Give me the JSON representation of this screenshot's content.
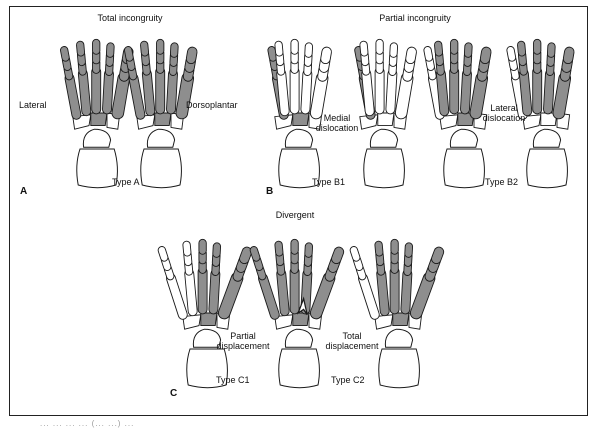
{
  "colors": {
    "shaded": "#8e8e8e",
    "outline": "#1a1a1a",
    "paper": "#ffffff"
  },
  "headings": {
    "total": "Total incongruity",
    "partial": "Partial incongruity",
    "divergent": "Divergent"
  },
  "panels": {
    "a": "A",
    "b": "B",
    "c": "C"
  },
  "labels": {
    "lateral": "Lateral",
    "dorsoplantar": "Dorsoplantar",
    "medial_dislocation": "Medial dislocation",
    "lateral_dislocation": "Lateral dislocation",
    "partial_displacement": "Partial displacement",
    "total_displacement": "Total displacement"
  },
  "types": {
    "a": "Type A",
    "b1": "Type B1",
    "b2": "Type B2",
    "c1": "Type C1",
    "c2": "Type C2"
  },
  "caption": "... ... ... ... (... ...) ..."
}
